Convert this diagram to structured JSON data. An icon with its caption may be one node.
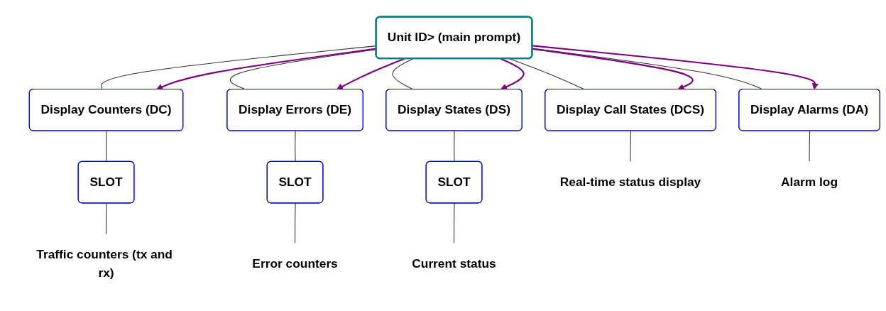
{
  "diagram": {
    "nodes": [
      {
        "text": [
          "Unit ID> (main prompt)"
        ]
      },
      {
        "text": [
          "Display Counters (DC)"
        ]
      },
      {
        "text": [
          "Display Errors (DE)"
        ]
      },
      {
        "text": [
          "Display States (DS)"
        ]
      },
      {
        "text": [
          "Display Call States (DCS)"
        ]
      },
      {
        "text": [
          "Display Alarms (DA)"
        ]
      },
      {
        "text": [
          "SLOT"
        ]
      },
      {
        "text": [
          "SLOT"
        ]
      },
      {
        "text": [
          "SLOT"
        ]
      },
      {
        "text": [
          "Traffic counters (tx and rx)"
        ]
      },
      {
        "text": [
          "Error counters"
        ]
      },
      {
        "text": [
          "Current status"
        ]
      },
      {
        "text": [
          "Real-time status display"
        ]
      },
      {
        "text": [
          "Alarm log"
        ]
      }
    ],
    "edges": [
      {
        "from": 0,
        "to": 1,
        "arrow": "none"
      },
      {
        "from": 0,
        "to": 2,
        "arrow": "none"
      },
      {
        "from": 0,
        "to": 3,
        "arrow": "none"
      },
      {
        "from": 0,
        "to": 4,
        "arrow": "none"
      },
      {
        "from": 0,
        "to": 5,
        "arrow": "none"
      },
      {
        "from": 0,
        "to": 1,
        "arrow": "to",
        "color": "#800080"
      },
      {
        "from": 0,
        "to": 2,
        "arrow": "to",
        "color": "#800080"
      },
      {
        "from": 0,
        "to": 3,
        "arrow": "to",
        "color": "#800080"
      },
      {
        "from": 0,
        "to": 4,
        "arrow": "to",
        "color": "#800080"
      },
      {
        "from": 0,
        "to": 5,
        "arrow": "to",
        "color": "#800080"
      },
      {
        "from": 1,
        "to": 6,
        "arrow": "none"
      },
      {
        "from": 2,
        "to": 7,
        "arrow": "none"
      },
      {
        "from": 3,
        "to": 8,
        "arrow": "none"
      },
      {
        "from": 6,
        "to": 9,
        "arrow": "none"
      },
      {
        "from": 7,
        "to": 10,
        "arrow": "none"
      },
      {
        "from": 8,
        "to": 11,
        "arrow": "none"
      },
      {
        "from": 4,
        "to": 12,
        "arrow": "none"
      },
      {
        "from": 5,
        "to": 13,
        "arrow": "none"
      }
    ]
  }
}
